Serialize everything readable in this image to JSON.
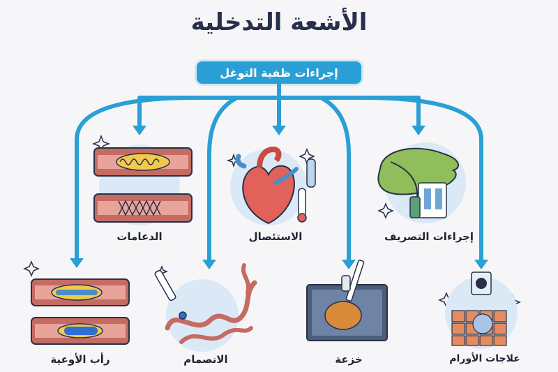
{
  "title": "الأشعة التدخلية",
  "subtitle": "إجراءات ظفية التوغل",
  "items": [
    {
      "key": "stents",
      "label": "الدعامات",
      "icon": "stent-icon"
    },
    {
      "key": "ablation",
      "label": "الاستئصال",
      "icon": "heart-icon"
    },
    {
      "key": "drainage",
      "label": "إجراءات التصريف",
      "icon": "liver-icon"
    },
    {
      "key": "angioplasty",
      "label": "رأب الأوعية",
      "icon": "balloon-vessel-icon"
    },
    {
      "key": "embolization",
      "label": "الانصمام",
      "icon": "catheter-icon"
    },
    {
      "key": "biopsy",
      "label": "خزعة",
      "icon": "biopsy-needle-icon"
    },
    {
      "key": "tumor",
      "label": "علاجات الأورام",
      "icon": "radiation-icon"
    }
  ],
  "colors": {
    "arrow": "#2a9fd6",
    "title": "#27304a",
    "vessel": "#c46b62",
    "stent": "#f2c94c"
  }
}
